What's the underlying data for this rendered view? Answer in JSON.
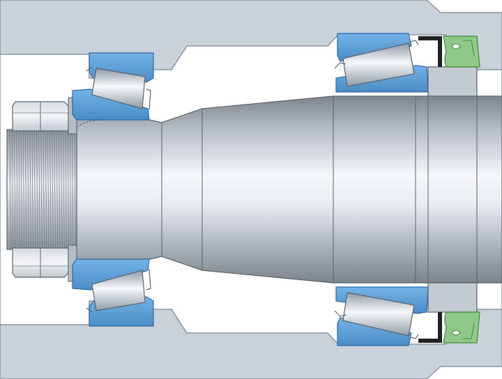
{
  "colors": {
    "housing": "#c9d2db",
    "housing_edge": "#8a96a3",
    "background": "#ffffff",
    "bearing_ring": "#5a9ed8",
    "bearing_ring_edge": "#2f6aa5",
    "seal": "#8fc98a",
    "seal_edge": "#3f8a3c",
    "metal_light": "#f1f3f5",
    "metal_dark": "#8d959d",
    "outline": "#5a636c"
  },
  "components": {
    "housing": "housing",
    "shaft": "stepped-shaft",
    "lock_nut": "lock-nut",
    "bearings": [
      "tapered-roller-bearing-left-upper",
      "tapered-roller-bearing-left-lower",
      "tapered-roller-bearing-right-upper",
      "tapered-roller-bearing-right-lower"
    ],
    "seals": [
      "radial-shaft-seal-upper",
      "radial-shaft-seal-lower"
    ]
  }
}
